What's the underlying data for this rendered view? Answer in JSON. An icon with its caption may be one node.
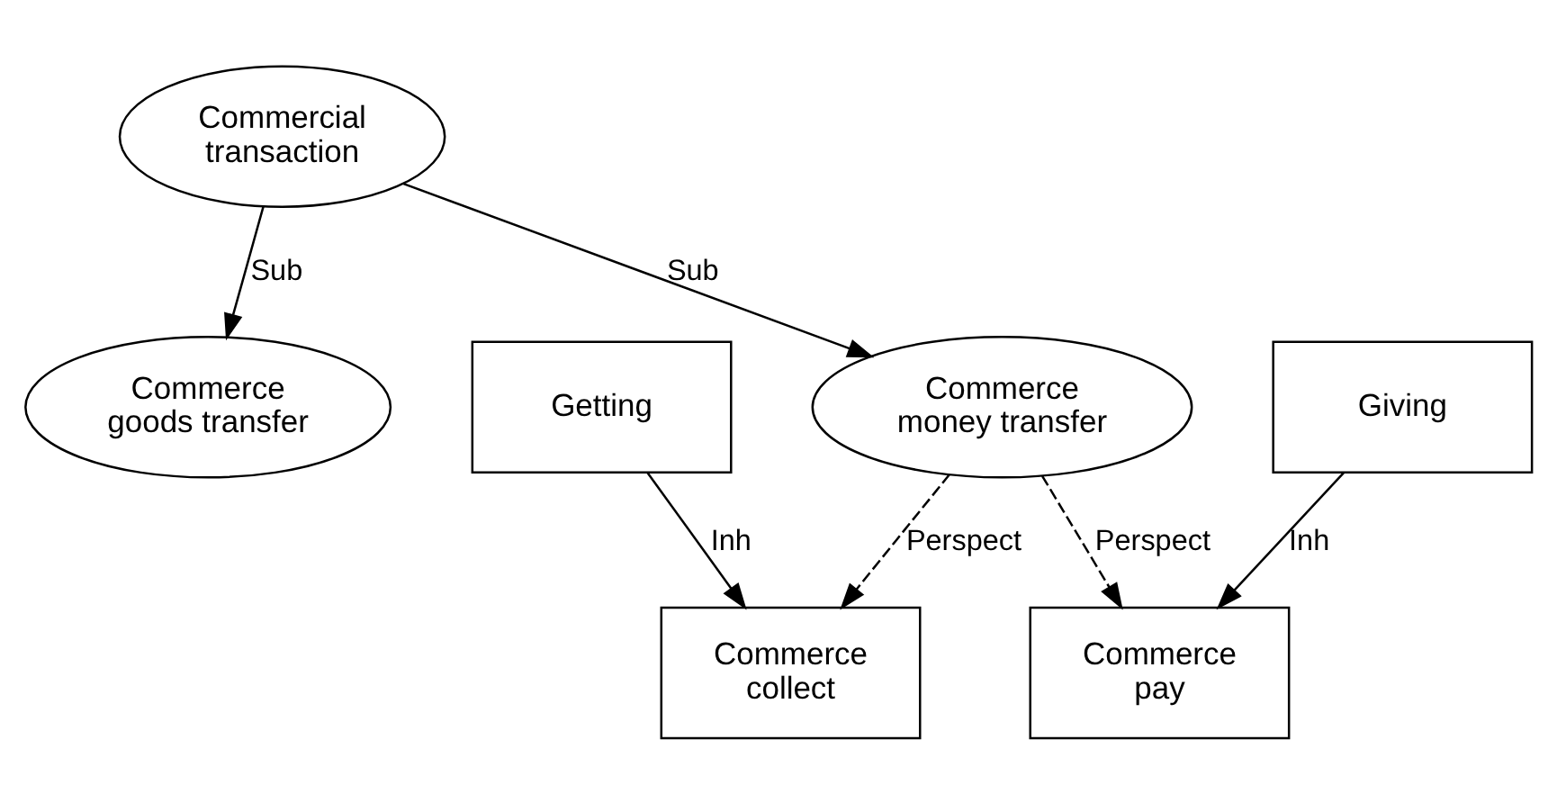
{
  "diagram": {
    "nodes": [
      {
        "text": [
          "Commercial transaction"
        ]
      },
      {
        "text": [
          "Commerce goods transfer"
        ]
      },
      {
        "text": [
          "Getting"
        ]
      },
      {
        "text": [
          "Commerce money transfer"
        ]
      },
      {
        "text": [
          "Giving"
        ]
      },
      {
        "text": [
          "Commerce collect"
        ]
      },
      {
        "text": [
          "Commerce pay"
        ]
      }
    ],
    "edges": [
      {
        "from": 0,
        "to": 1,
        "arrow": "to",
        "label": "Sub"
      },
      {
        "from": 0,
        "to": 3,
        "arrow": "to",
        "label": "Sub"
      },
      {
        "from": 2,
        "to": 5,
        "arrow": "to",
        "label": "Inh"
      },
      {
        "from": 3,
        "to": 5,
        "arrow": "to",
        "label": "Perspect",
        "style": "dashed"
      },
      {
        "from": 3,
        "to": 6,
        "arrow": "to",
        "label": "Perspect",
        "style": "dashed"
      },
      {
        "from": 4,
        "to": 6,
        "arrow": "to",
        "label": "Inh"
      }
    ]
  }
}
